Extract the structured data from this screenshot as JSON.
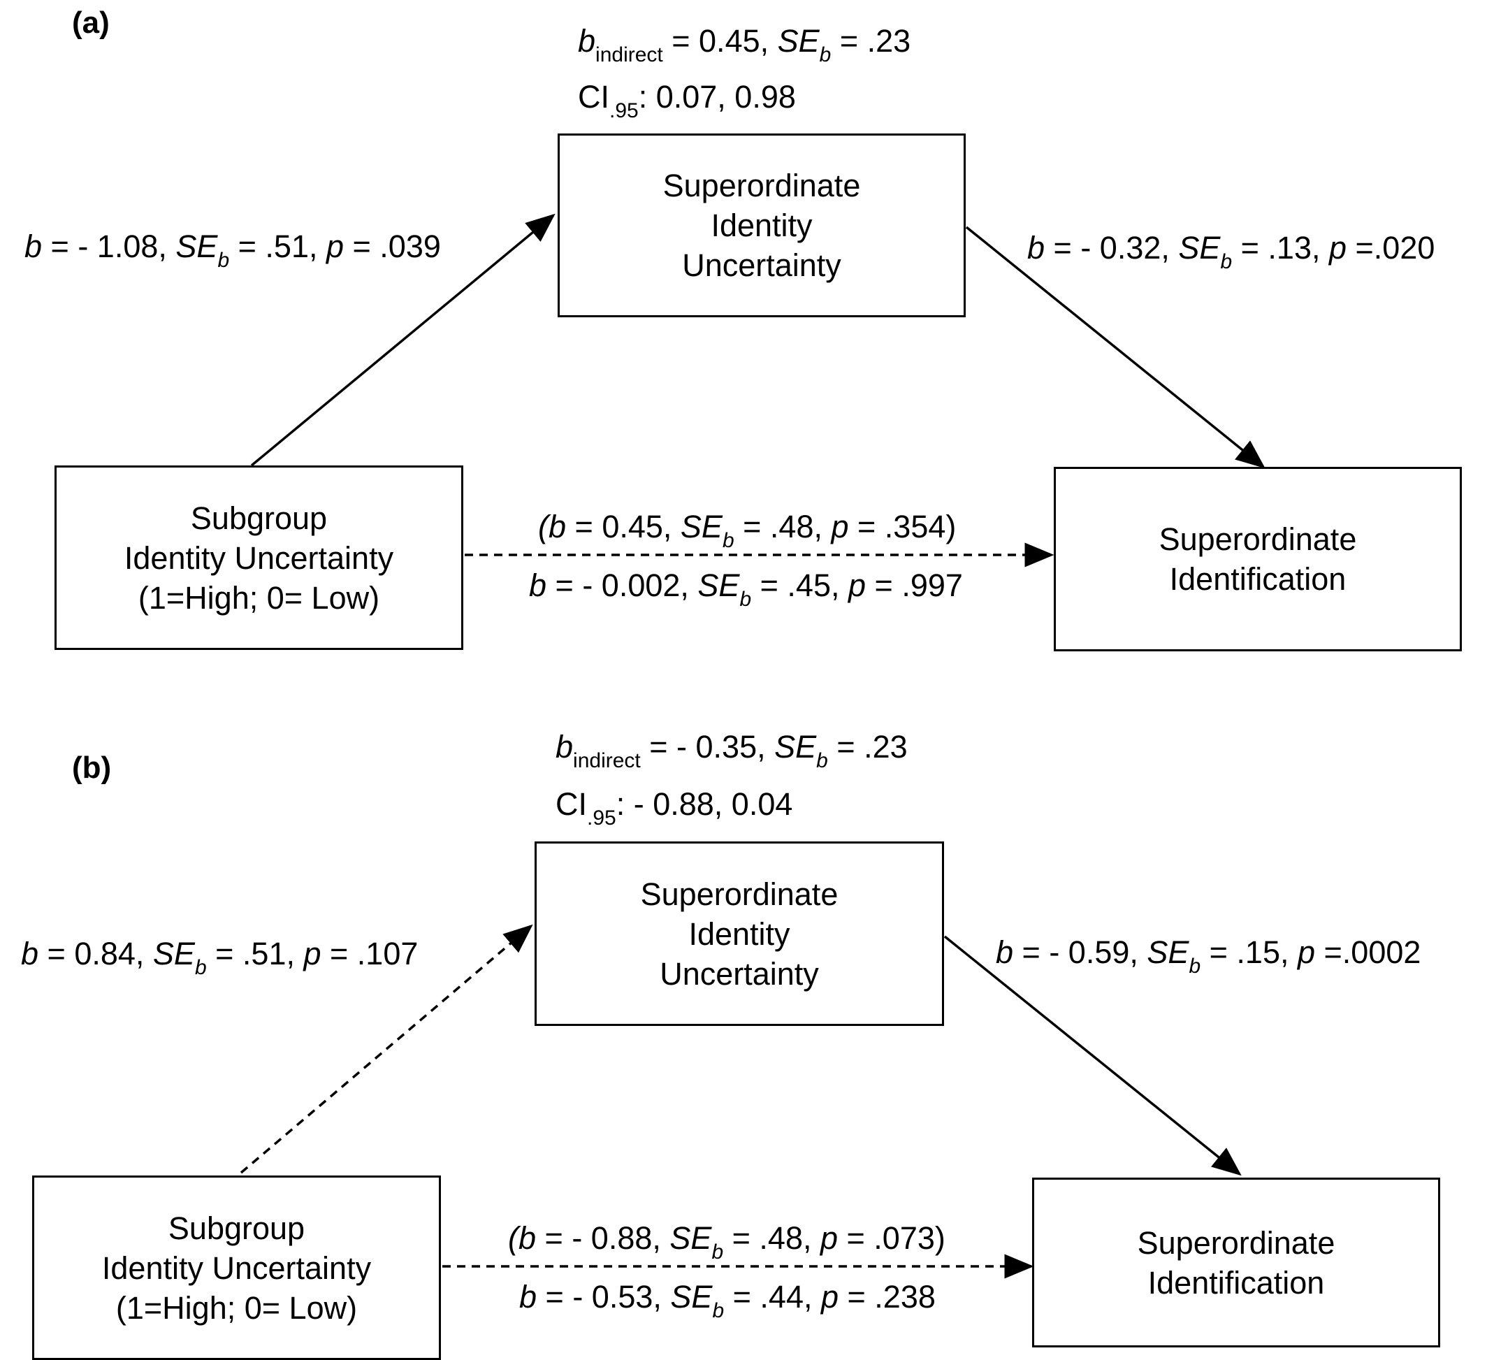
{
  "panel_a": {
    "label": "(a)",
    "indirect": {
      "b_sym": "b",
      "b_sub": "indirect",
      "b_val": " = 0.45, ",
      "se_sym": "SE",
      "se_sub": "b",
      "se_val": " = .23",
      "ci_sym": "CI",
      "ci_sub": ".95",
      "ci_val": ": 0.07, 0.98"
    },
    "nodes": {
      "mediator": [
        "Superordinate",
        "Identity",
        "Uncertainty"
      ],
      "predictor": [
        "Subgroup",
        "Identity Uncertainty",
        "(1=High; 0= Low)"
      ],
      "outcome": [
        "Superordinate",
        "Identification"
      ]
    },
    "paths": {
      "a": {
        "b": " = - 1.08, ",
        "se": " = .51, ",
        "p": " = .039"
      },
      "b": {
        "b": " = - 0.32, ",
        "se": " = .13, ",
        "p": " =.020"
      },
      "total": {
        "open": "(",
        "b": " = 0.45, ",
        "se": " = .48, ",
        "p": " = .354",
        "close": ")"
      },
      "direct": {
        "b": " = - 0.002, ",
        "se": " = .45, ",
        "p": " = .997"
      }
    }
  },
  "panel_b": {
    "label": "(b)",
    "indirect": {
      "b_sym": "b",
      "b_sub": "indirect",
      "b_val": " = - 0.35, ",
      "se_sym": "SE",
      "se_sub": "b",
      "se_val": " = .23",
      "ci_sym": "CI",
      "ci_sub": ".95",
      "ci_val": ": - 0.88, 0.04"
    },
    "nodes": {
      "mediator": [
        "Superordinate",
        "Identity",
        "Uncertainty"
      ],
      "predictor": [
        "Subgroup",
        "Identity Uncertainty",
        "(1=High; 0= Low)"
      ],
      "outcome": [
        "Superordinate",
        "Identification"
      ]
    },
    "paths": {
      "a": {
        "b": " = 0.84, ",
        "se": " = .51, ",
        "p": " = .107"
      },
      "b": {
        "b": " = - 0.59, ",
        "se": " = .15, ",
        "p": " =.0002"
      },
      "total": {
        "open": "(",
        "b": " = - 0.88, ",
        "se": " = .48, ",
        "p": " = .073",
        "close": ")"
      },
      "direct": {
        "b": " = - 0.53, ",
        "se": " = .44, ",
        "p": " = .238"
      }
    }
  },
  "sym": {
    "b": "b",
    "se": "SE",
    "se_sub": "b",
    "p": "p",
    "sep": ", "
  }
}
